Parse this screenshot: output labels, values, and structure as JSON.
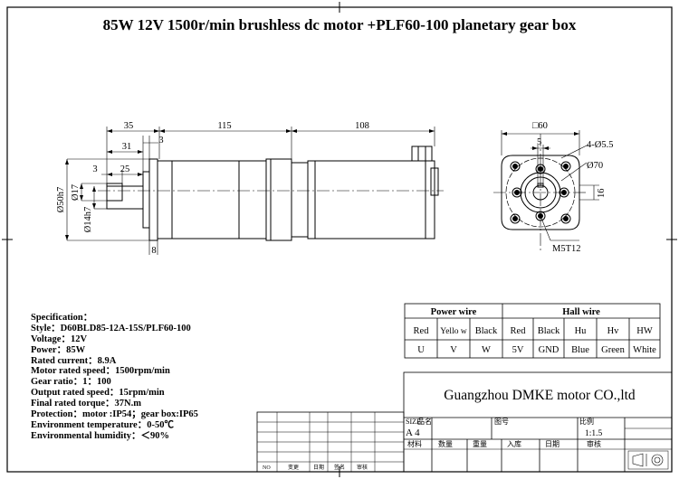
{
  "title": "85W  12V 1500r/min brushless dc motor +PLF60-100 planetary gear box",
  "side_view": {
    "dims": {
      "d35": "35",
      "d115": "115",
      "d108": "108",
      "d3a": "3",
      "d31": "31",
      "d3b": "3",
      "d25": "25",
      "d8": "8",
      "phi50": "Ø50h7",
      "phi17": "Ø17",
      "phi14": "Ø14h7"
    }
  },
  "front_view": {
    "dims": {
      "sq60": "□60",
      "d5": "5",
      "holes": "4-Ø5.5",
      "phi70": "Ø70",
      "d16": "16",
      "thread": "M5T12"
    }
  },
  "specification": [
    "Specification：",
    "Style：D60BLD85-12A-15S/PLF60-100",
    "Voltage：12V",
    "Power：85W",
    "Rated current：8.9A",
    "Motor rated speed：1500rpm/min",
    "Gear ratio：1：100",
    "Output rated speed：15rpm/min",
    "Final rated torque：37N.m",
    "Protection：motor :IP54；gear box:IP65",
    "Environment temperature：0-50℃",
    "Environmental humidity：＜90%"
  ],
  "wire_table": {
    "power_header": "Power wire",
    "hall_header": "Hall wire",
    "power_colors": [
      "Red",
      "Yello w",
      "Black"
    ],
    "power_codes": [
      "U",
      "V",
      "W"
    ],
    "hall_colors": [
      "Red",
      "Black",
      "Hu",
      "Hv",
      "HW"
    ],
    "hall_codes": [
      "5V",
      "GND",
      "Blue",
      "Green",
      "White"
    ]
  },
  "company": "Guangzhou DMKE motor CO.,ltd",
  "title_block": {
    "size_label": "SIZE",
    "size_value": "A 4",
    "name_label": "品名",
    "drawing_label": "图号",
    "scale_label": "比例",
    "scale_value": "1:1.5",
    "row_labels": [
      "材料",
      "数量",
      "重量",
      "入库",
      "日期",
      "审核"
    ],
    "rev_cols": [
      "NO",
      "变更",
      "日期",
      "签名",
      "审核"
    ]
  }
}
